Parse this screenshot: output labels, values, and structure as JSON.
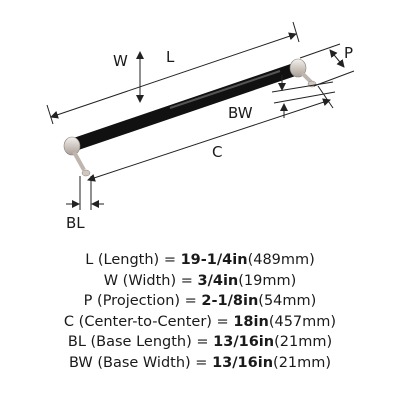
{
  "labels": {
    "length": "L",
    "width": "W",
    "projection": "P",
    "center_to_center": "C",
    "base_length": "BL",
    "base_width": "BW"
  },
  "specs": [
    {
      "symbol": "L",
      "name": "(Length)",
      "value": "19-1/4in",
      "metric": "(489mm)"
    },
    {
      "symbol": "W",
      "name": "(Width)",
      "value": "3/4in",
      "metric": "(19mm)"
    },
    {
      "symbol": "P",
      "name": "(Projection)",
      "value": "2-1/8in",
      "metric": "(54mm)"
    },
    {
      "symbol": "C",
      "name": "(Center-to-Center)",
      "value": "18in",
      "metric": "(457mm)"
    },
    {
      "symbol": "BL",
      "name": "(Base Length)",
      "value": "13/16in",
      "metric": "(21mm)"
    },
    {
      "symbol": "BW",
      "name": "(Base Width)",
      "value": "13/16in",
      "metric": "(21mm)"
    }
  ],
  "colors": {
    "bar": "#111111",
    "metal": "#d9d2cc",
    "line": "#222222"
  }
}
